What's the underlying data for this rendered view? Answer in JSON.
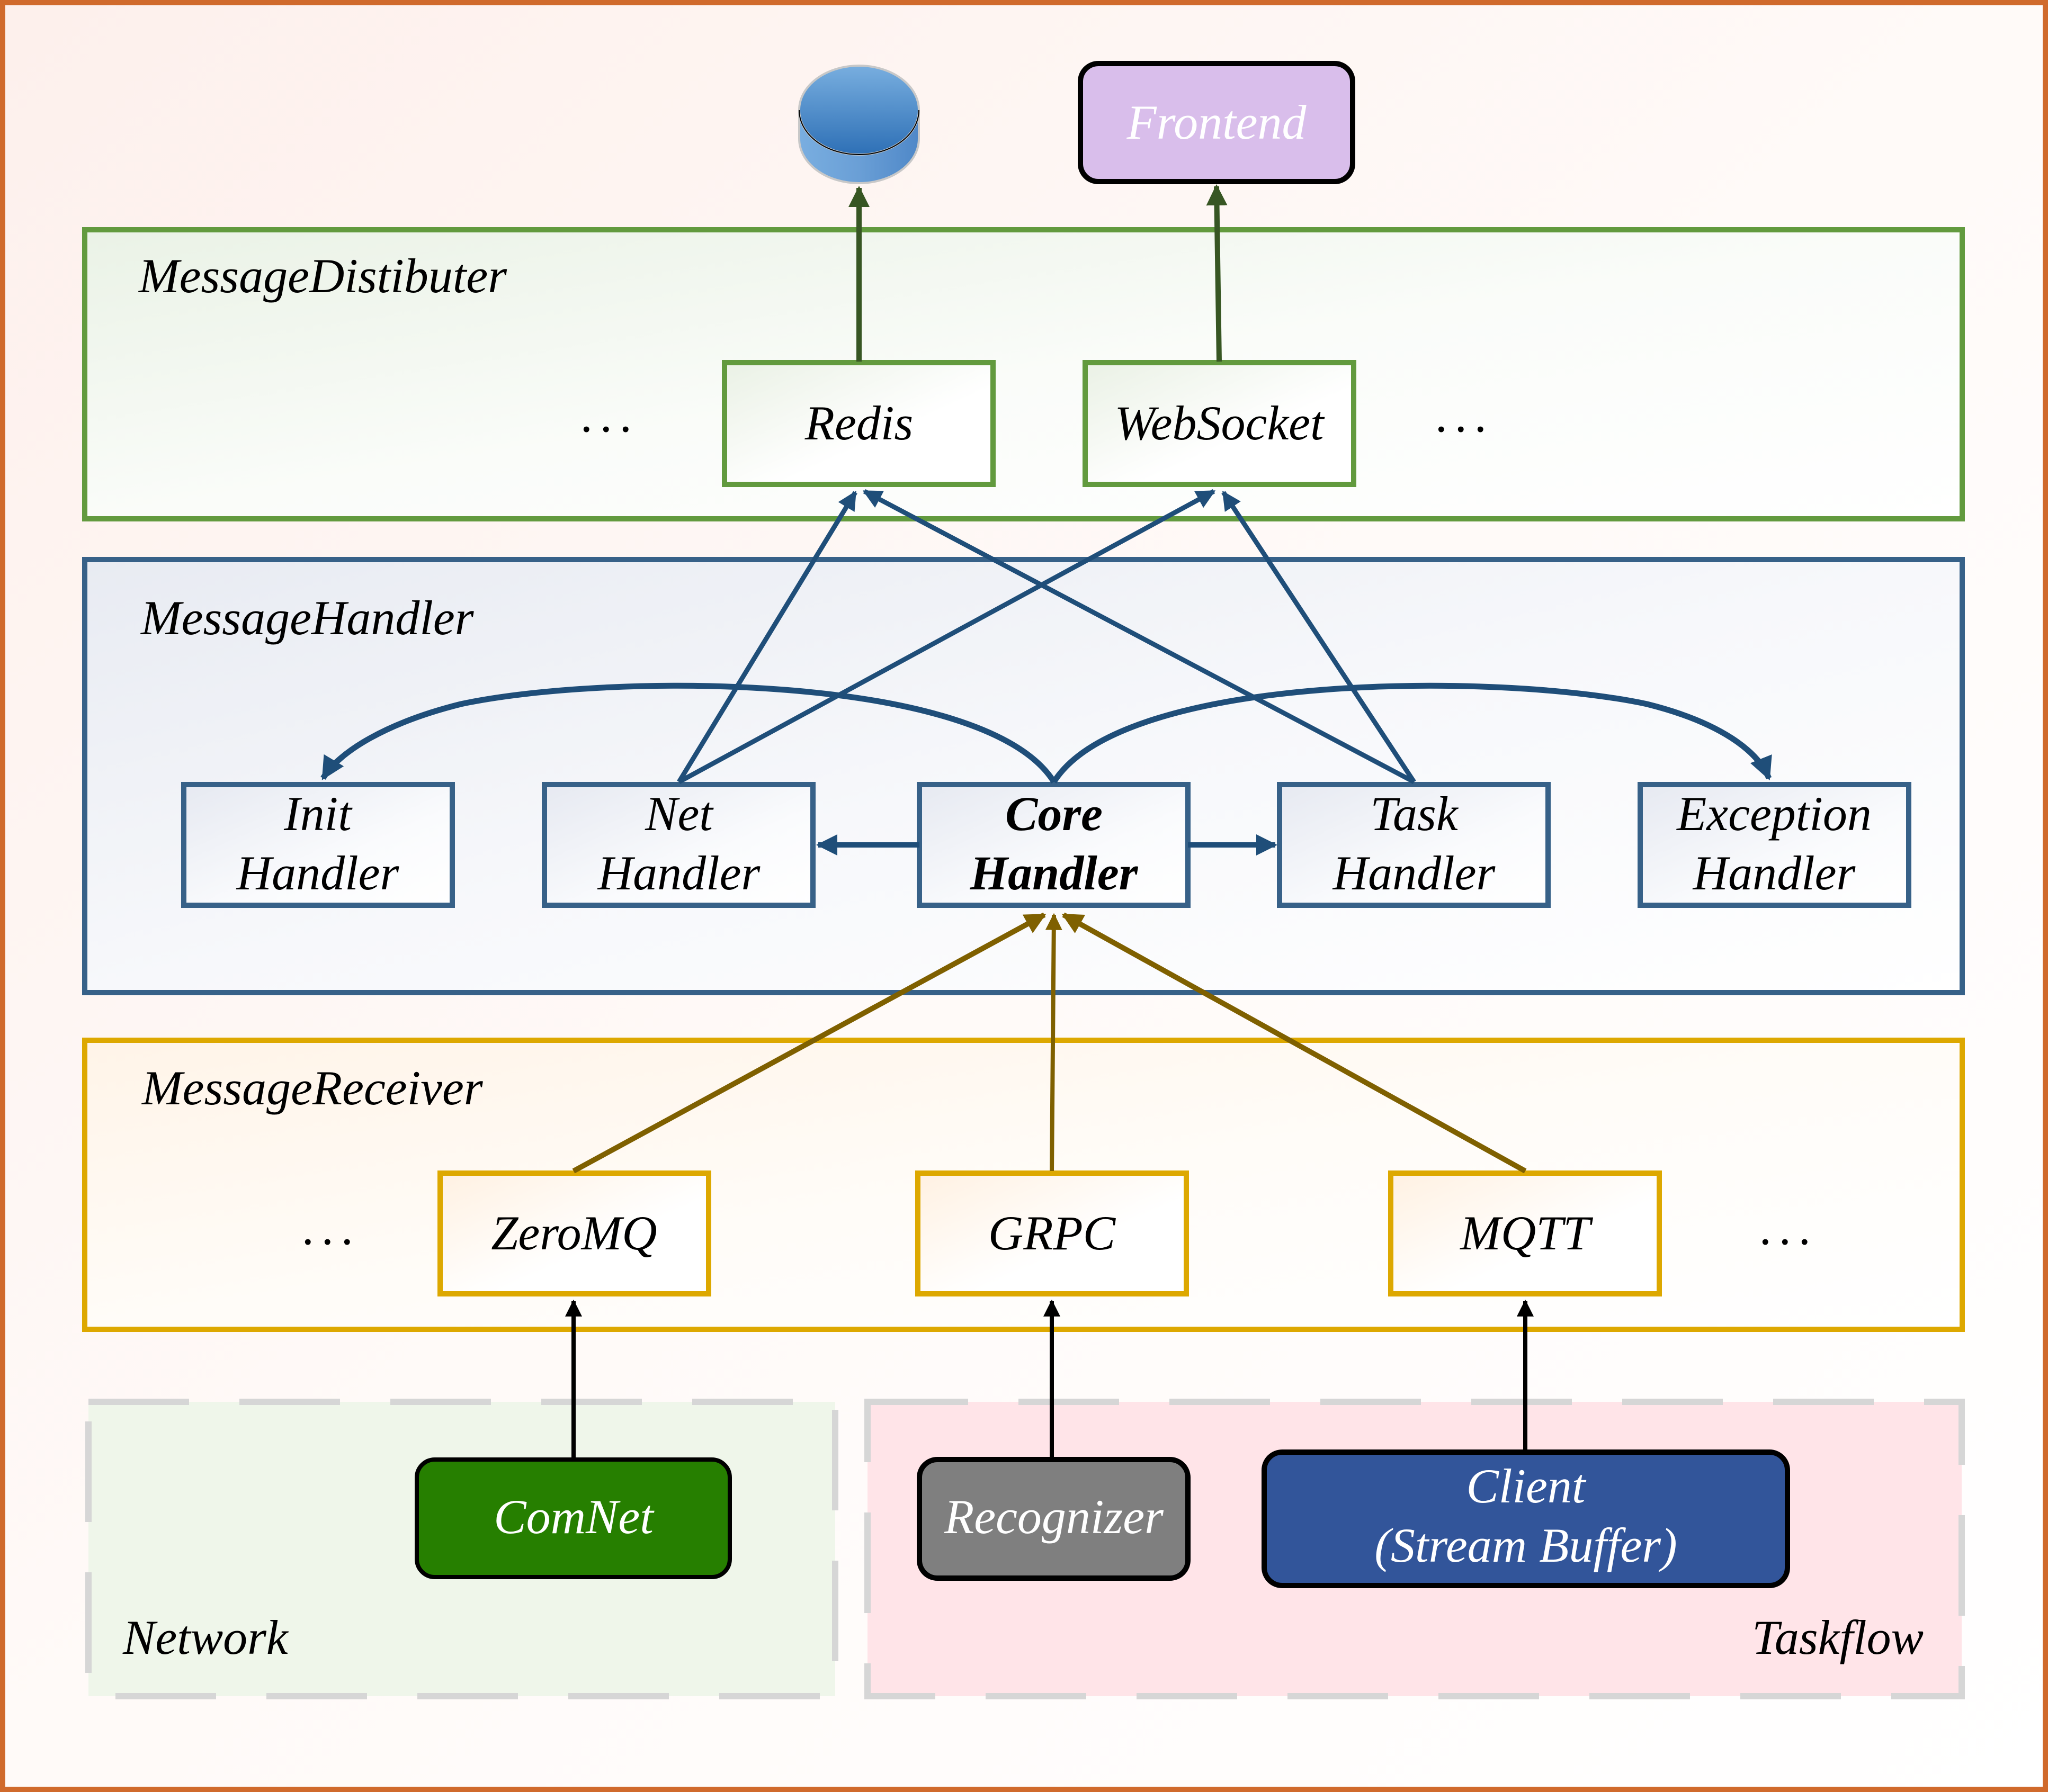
{
  "diagram": {
    "colors": {
      "outer_border": "#D06A2C",
      "distributer": "#629A3E",
      "handler": "#376188",
      "receiver": "#DDA800",
      "handler_arrows": "#1F4E79",
      "distributer_arrows": "#375623",
      "receiver_arrows": "#7F6000",
      "source_arrows": "#000000",
      "frontend_fill": "#D9BEEB",
      "comnet_fill": "#267F00",
      "recognizer_fill": "#7F7F7F",
      "client_fill": "#32559A",
      "network_fill": "#EFF6EA",
      "taskflow_fill": "#FFE4E8",
      "region_dash": "#D6D6D6",
      "database": "#5B9BD5"
    },
    "top": {
      "database_icon": "database-cylinder-icon",
      "frontend_label": "Frontend"
    },
    "distributer": {
      "title": "MessageDistibuter",
      "nodes": [
        "Redis",
        "WebSocket"
      ],
      "ellipsis_left": "...",
      "ellipsis_right": "..."
    },
    "handler": {
      "title": "MessageHandler",
      "nodes": [
        {
          "line1": "Init",
          "line2": "Handler"
        },
        {
          "line1": "Net",
          "line2": "Handler"
        },
        {
          "line1": "Core",
          "line2": "Handler"
        },
        {
          "line1": "Task",
          "line2": "Handler"
        },
        {
          "line1": "Exception",
          "line2": "Handler"
        }
      ]
    },
    "receiver": {
      "title": "MessageReceiver",
      "nodes": [
        "ZeroMQ",
        "GRPC",
        "MQTT"
      ],
      "ellipsis_left": "...",
      "ellipsis_right": "..."
    },
    "sources": {
      "network_label": "Network",
      "taskflow_label": "Taskflow",
      "comnet": "ComNet",
      "recognizer": "Recognizer",
      "client_line1": "Client",
      "client_line2": "(Stream Buffer)"
    },
    "edges": [
      {
        "from": "Redis",
        "to": "Database"
      },
      {
        "from": "WebSocket",
        "to": "Frontend"
      },
      {
        "from": "Net Handler",
        "to": "Redis"
      },
      {
        "from": "Net Handler",
        "to": "WebSocket"
      },
      {
        "from": "Task Handler",
        "to": "Redis"
      },
      {
        "from": "Task Handler",
        "to": "WebSocket"
      },
      {
        "from": "Core Handler",
        "to": "Init Handler"
      },
      {
        "from": "Core Handler",
        "to": "Exception Handler"
      },
      {
        "from": "Core Handler",
        "to": "Net Handler"
      },
      {
        "from": "Core Handler",
        "to": "Task Handler"
      },
      {
        "from": "ZeroMQ",
        "to": "Core Handler"
      },
      {
        "from": "GRPC",
        "to": "Core Handler"
      },
      {
        "from": "MQTT",
        "to": "Core Handler"
      },
      {
        "from": "ComNet",
        "to": "ZeroMQ"
      },
      {
        "from": "Recognizer",
        "to": "GRPC"
      },
      {
        "from": "Client (Stream Buffer)",
        "to": "MQTT"
      }
    ]
  }
}
